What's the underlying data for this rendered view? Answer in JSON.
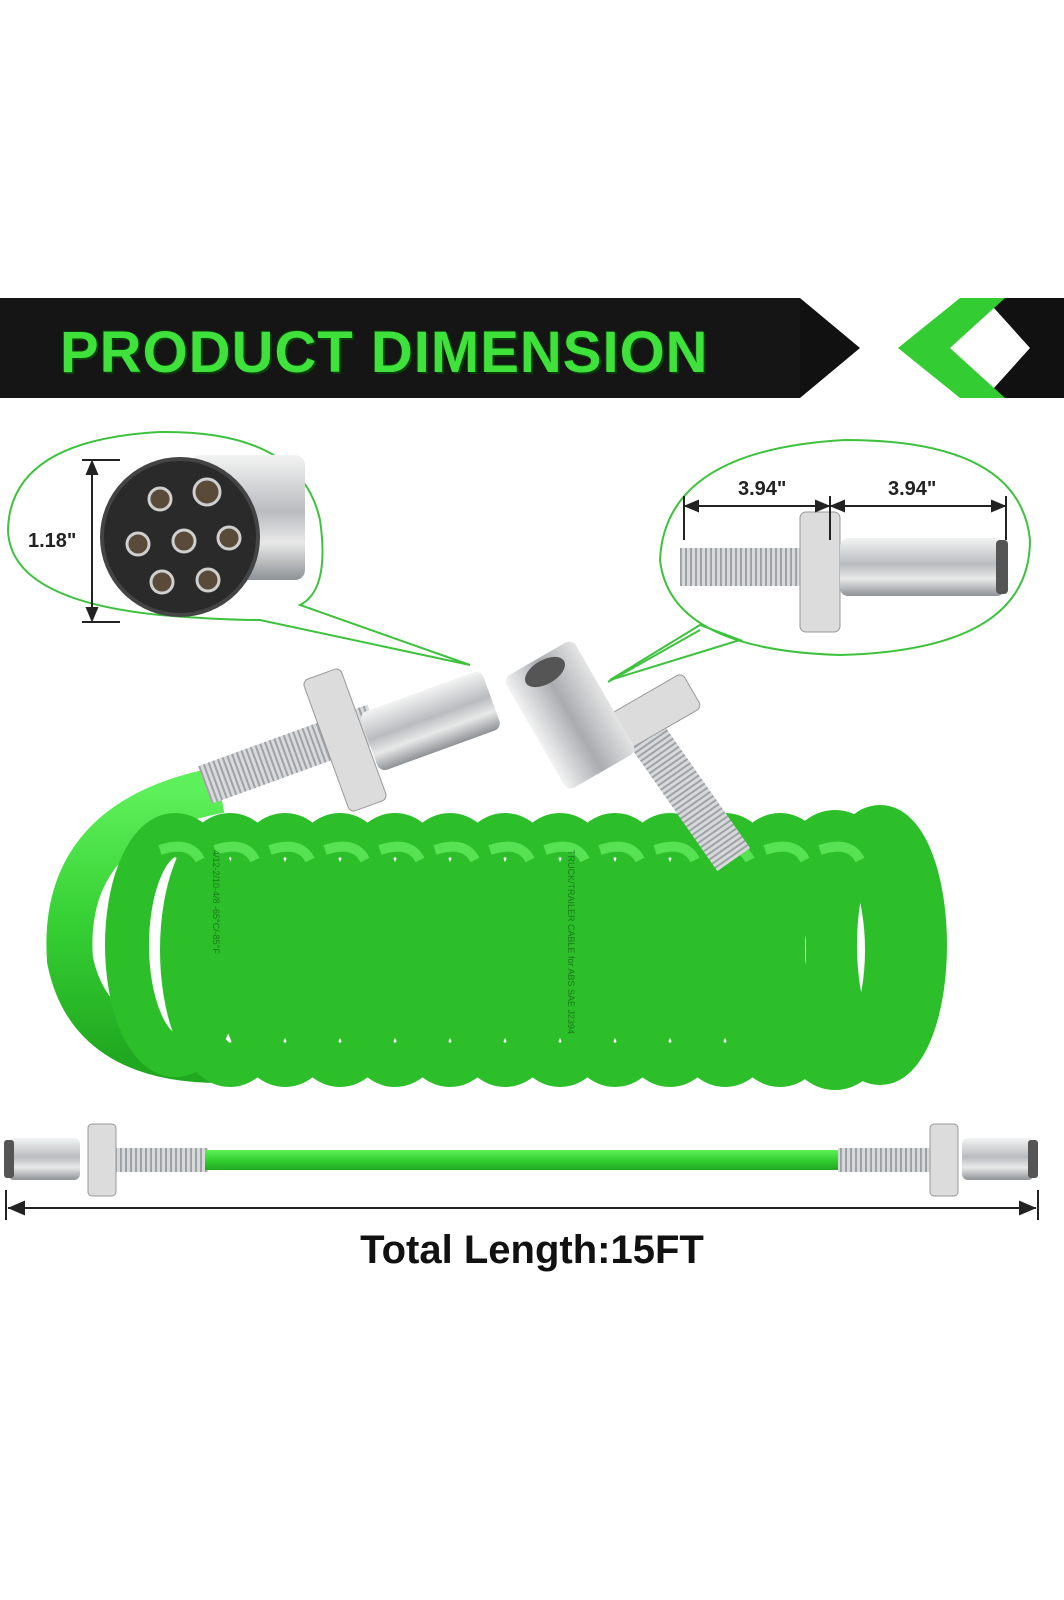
{
  "banner": {
    "title": "PRODUCT DIMENSION",
    "bg_color": "#111111",
    "text_color": "#3ee23a",
    "chevron_color": "#33cc33"
  },
  "dimensions": {
    "plug_face_height": "1.18\"",
    "plug_body_length_left": "3.94\"",
    "plug_body_length_right": "3.94\""
  },
  "cable": {
    "color": "#3bd43a",
    "coil_print_1": "TRUCK/TRAILER CABLE for ABS SAE J2394",
    "coil_print_2": "4/12-2/10-4/8 -65°C/-85°F"
  },
  "total_length": "Total Length:15FT",
  "icons": [
    "chevron-left-icon",
    "plug-icon",
    "coiled-cable-icon",
    "dimension-arrow-icon"
  ]
}
